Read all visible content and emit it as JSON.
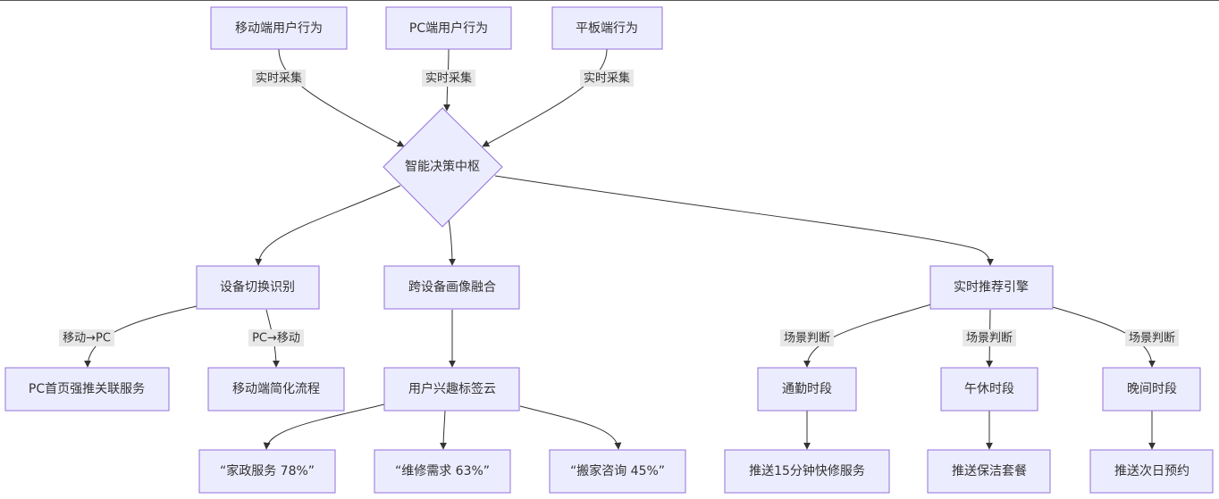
{
  "nodes": {
    "mobile_behavior": "移动端用户行为",
    "pc_behavior": "PC端用户行为",
    "tablet_behavior": "平板端行为",
    "decision_hub": "智能决策中枢",
    "device_switch": "设备切换识别",
    "profile_fusion": "跨设备画像融合",
    "realtime_engine": "实时推荐引擎",
    "pc_home_push": "PC首页强推关联服务",
    "mobile_simplify": "移动端简化流程",
    "interest_cloud": "用户兴趣标签云",
    "commute": "通勤时段",
    "lunch": "午休时段",
    "evening": "晚间时段",
    "tag_home": "“家政服务 78%”",
    "tag_repair": "“维修需求 63%”",
    "tag_moving": "“搬家咨询 45%”",
    "push_repair": "推送15分钟快修服务",
    "push_cleaning": "推送保洁套餐",
    "push_nextday": "推送次日预约"
  },
  "edge_labels": {
    "collect_mobile": "实时采集",
    "collect_pc": "实时采集",
    "collect_tablet": "实时采集",
    "mobile_to_pc": "移动→PC",
    "pc_to_mobile": "PC→移动",
    "scene_commute": "场景判断",
    "scene_lunch": "场景判断",
    "scene_evening": "场景判断"
  },
  "colors": {
    "node_fill": "#ececff",
    "node_stroke": "#9370db",
    "edge": "#333333",
    "label_bg": "#e8e8e8"
  }
}
